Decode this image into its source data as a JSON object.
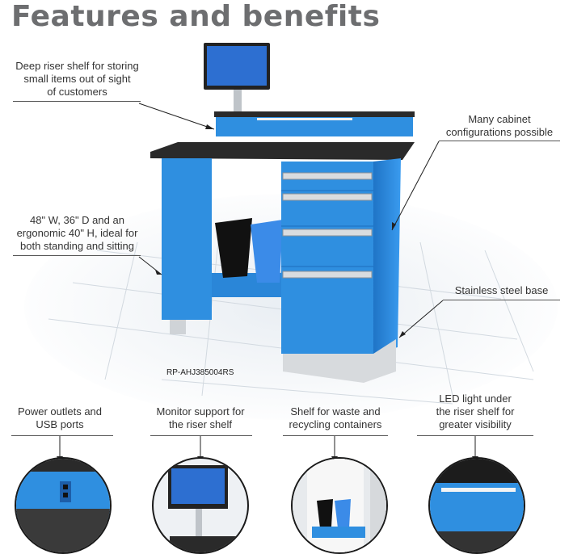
{
  "heading": "Features and benefits",
  "callouts": {
    "riser_shelf": [
      "Deep riser shelf for storing",
      "small items out of sight",
      "of customers"
    ],
    "dimensions": [
      "48\" W, 36\" D and an",
      "ergonomic 40\" H, ideal for",
      "both standing and sitting"
    ],
    "cabinet": [
      "Many cabinet",
      "configurations possible"
    ],
    "base": [
      "Stainless steel base"
    ]
  },
  "model_number": "RP-AHJ385004RS",
  "details": [
    {
      "label": [
        "Power outlets and",
        "USB ports"
      ]
    },
    {
      "label": [
        "Monitor support for",
        "the riser shelf"
      ]
    },
    {
      "label": [
        "Shelf for waste and",
        "recycling containers"
      ]
    },
    {
      "label": [
        "LED light under",
        "the riser shelf for",
        "greater visibility"
      ]
    }
  ],
  "colors": {
    "cabinet_blue": "#2f8fe0",
    "top_black": "#2a2a2a",
    "heading_gray": "#6d6e70"
  }
}
